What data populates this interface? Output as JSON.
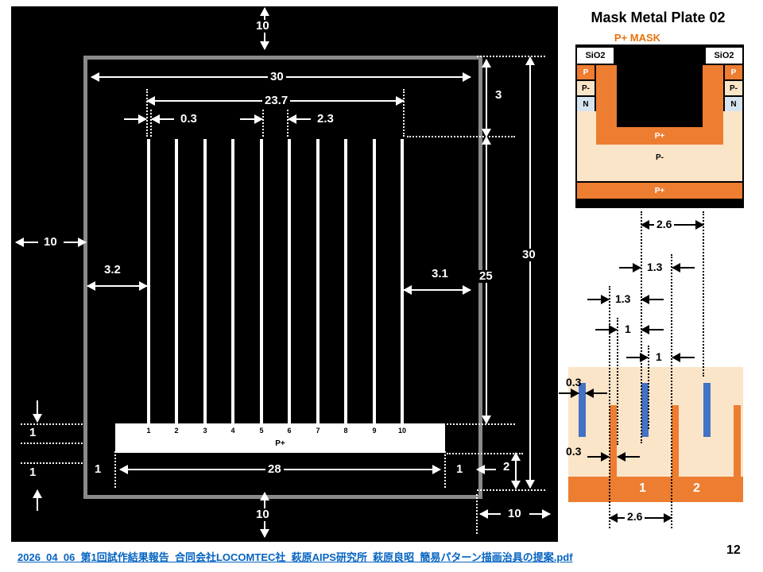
{
  "colors": {
    "accent_orange": "#ED7D31",
    "bar_blue": "#4472C4",
    "link_blue": "#0563C1",
    "cream": "#FBE5C9",
    "n_layer": "#D6E4F0"
  },
  "diagram": {
    "dim_top_gap": "10",
    "dim_plate_width": "30",
    "dim_pattern_span": "23.7",
    "dim_stripe_width": "0.3",
    "dim_stripe_gap": "2.3",
    "dim_left_gap": "10",
    "dim_left_inset": "3.2",
    "dim_right_inset": "3.1",
    "dim_pattern_height": "25",
    "dim_top_inset": "3",
    "dim_plate_height": "30",
    "dim_bar_left_a": "1",
    "dim_bar_left_b": "1",
    "dim_bar_inner_left": "1",
    "dim_bar_width": "28",
    "dim_bar_inner_right": "1",
    "dim_bottom_inset": "2",
    "dim_bottom_gap": "10",
    "dim_corner_gap": "10",
    "stripe_numbers": [
      "1",
      "2",
      "3",
      "4",
      "5",
      "6",
      "7",
      "8",
      "9",
      "10"
    ],
    "bar_label": "P+"
  },
  "right_panel": {
    "title": "Mask Metal Plate 02",
    "mask_label": "P+ MASK",
    "cross_section": {
      "sio2_left": "SiO2",
      "sio2_right": "SiO2",
      "p_left": "P",
      "p_right": "P",
      "pminus_left": "P-",
      "pminus_right": "P-",
      "n_left": "N",
      "n_right": "N",
      "pplus_well": "P+",
      "pminus_body": "P-",
      "pplus_bottom": "P+"
    },
    "dims": {
      "pitch_top": "2.6",
      "offset_a": "1.3",
      "offset_b": "1.3",
      "gap_a": "1",
      "gap_b": "1",
      "width_top": "0.3",
      "width_bottom": "0.3",
      "pitch_bottom": "2.6"
    },
    "pattern": {
      "label_1": "1",
      "label_2": "2"
    }
  },
  "footer": {
    "link_text": "2026_04_06_第1回試作結果報告_合同会社LOCOMTEC社_萩原AIPS研究所_萩原良昭_簡易パターン描画治具の提案.pdf",
    "page_number": "12"
  }
}
